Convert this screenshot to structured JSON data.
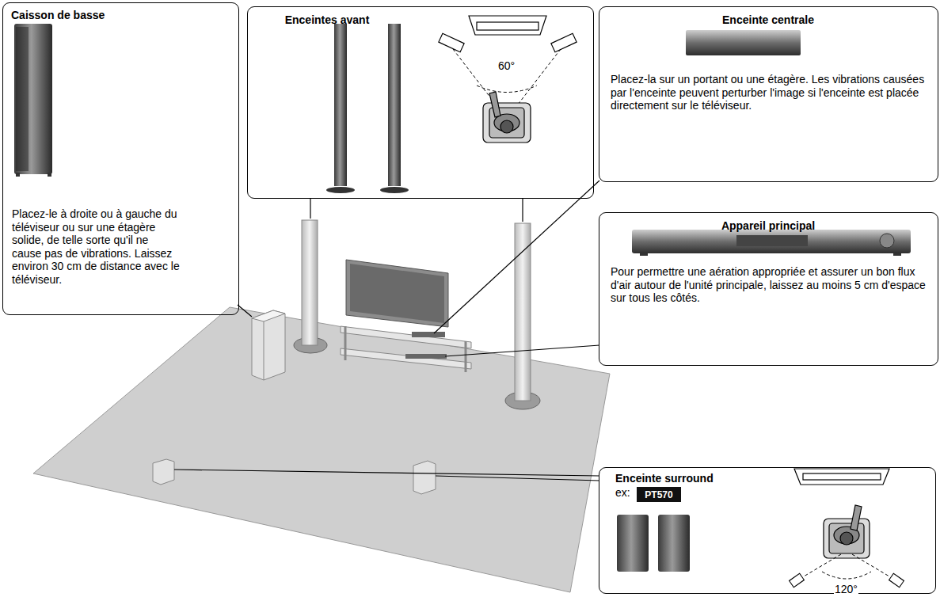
{
  "diagram": {
    "nodes": [
      {
        "text": [
          "Caisson de basse",
          "Placez-le à droite ou à gauche du téléviseur ou sur une étagère solide, de telle sorte qu'il ne cause pas de vibrations. Laissez environ 30 cm de distance avec le téléviseur."
        ]
      },
      {
        "text": [
          "Enceintes avant"
        ]
      },
      {
        "text": [
          "Enceinte centrale",
          "Placez-la sur un portant ou une étagère. Les vibrations causées par l'enceinte peuvent perturber l'image si l'enceinte est placée directement sur le téléviseur."
        ]
      },
      {
        "text": [
          "Appareil principal",
          "Pour permettre une aération appropriée et assurer un bon flux d'air autour de l'unité principale, laissez au moins 5 cm d'espace sur tous les côtés."
        ]
      },
      {
        "text": [
          "Enceinte surround",
          "ex:"
        ]
      },
      {
        "text": [
          "PT570"
        ],
        "in": 4
      }
    ],
    "labels": [
      "60°",
      "120°"
    ]
  }
}
